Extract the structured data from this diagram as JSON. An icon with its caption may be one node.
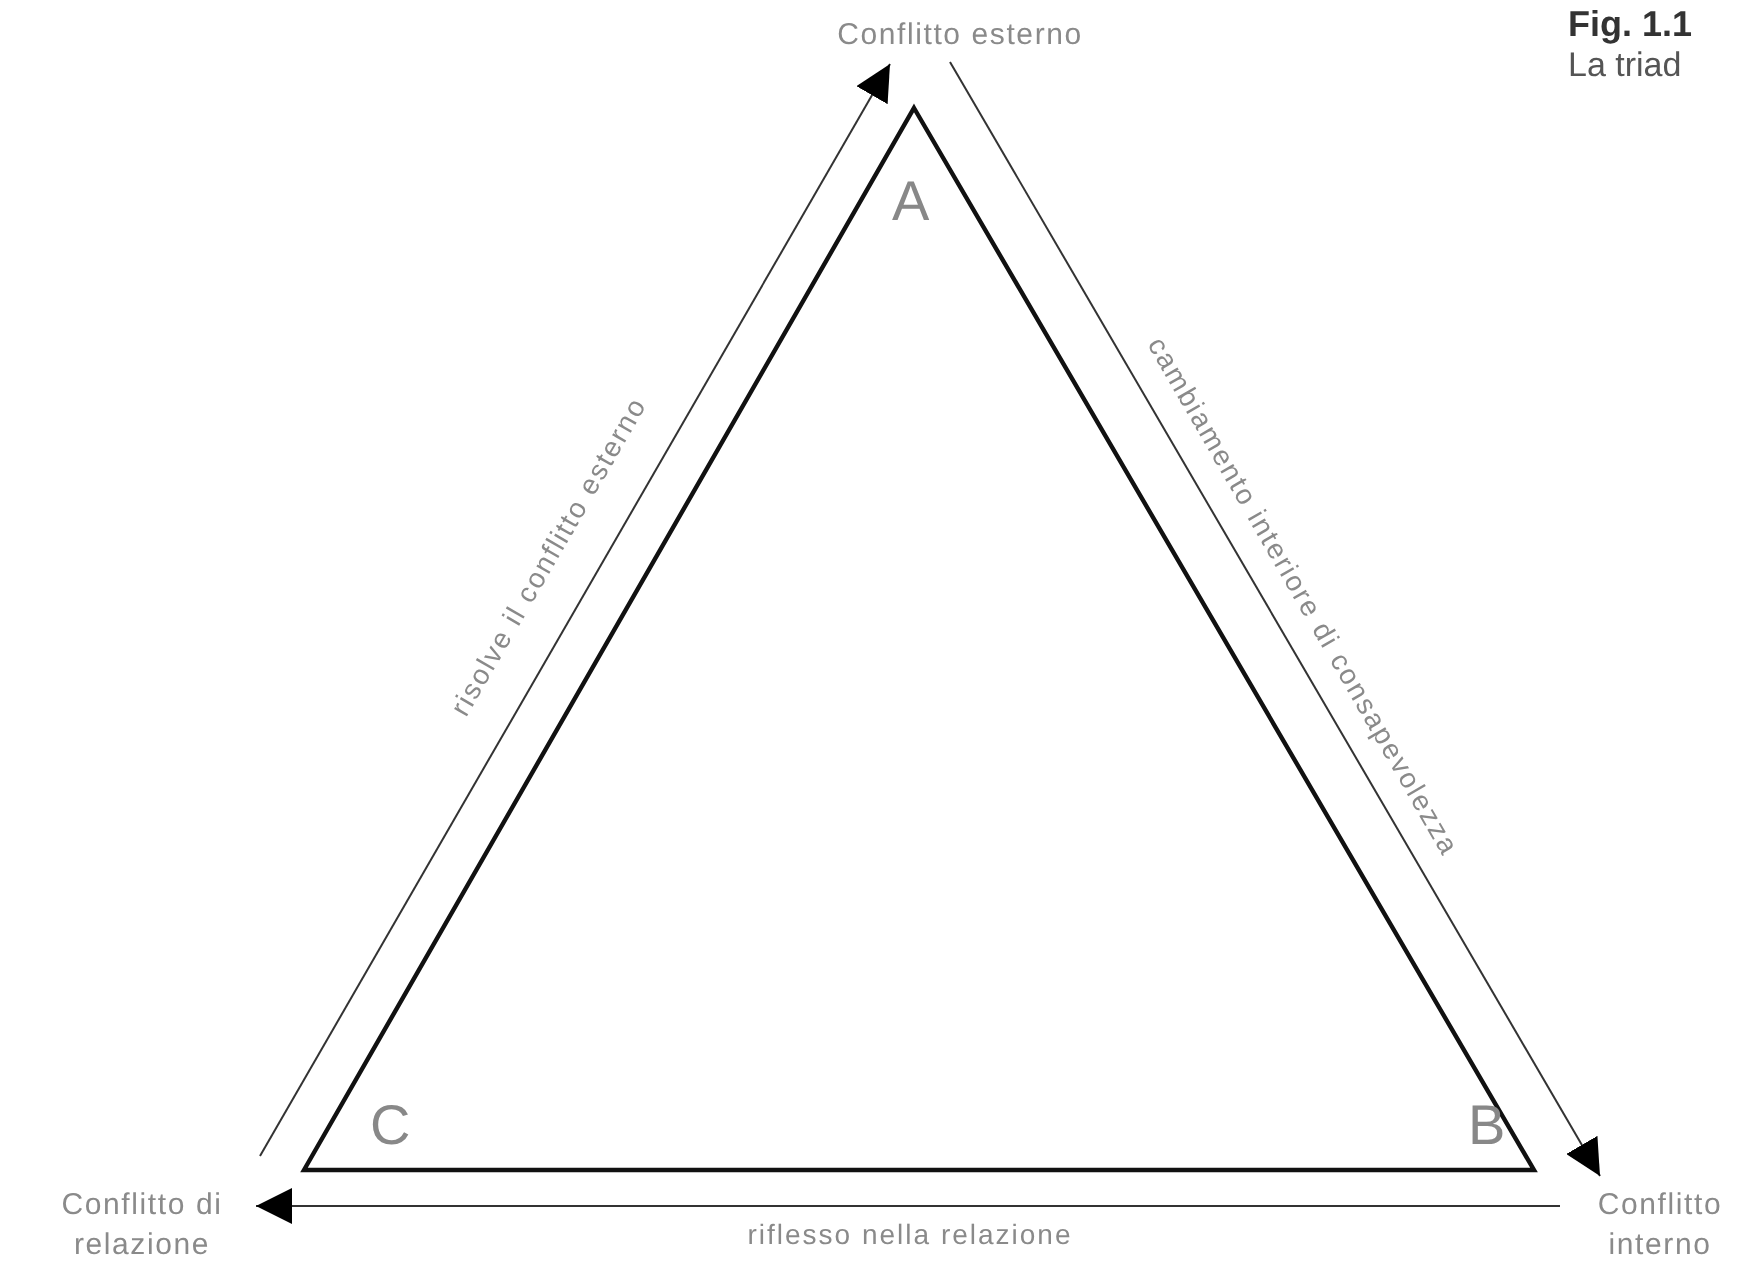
{
  "diagram": {
    "title": "Fig. 1.1",
    "caption": "La triad",
    "nodes": [
      {
        "text": [
          "Conflitto esterno"
        ]
      },
      {
        "text": [
          "Conflitto interno"
        ]
      },
      {
        "text": [
          "Conflitto di relazione"
        ]
      }
    ],
    "edges": [
      {
        "from": 2,
        "to": 0,
        "arrow": "to",
        "label": "risolve il conflitto esterno"
      },
      {
        "from": 0,
        "to": 1,
        "arrow": "to",
        "label": "cambiamento interiore di consapevolezza"
      },
      {
        "from": 1,
        "to": 2,
        "arrow": "to",
        "label": "riflesso nella relazione"
      }
    ],
    "labels": [
      "A",
      "B",
      "C"
    ]
  }
}
